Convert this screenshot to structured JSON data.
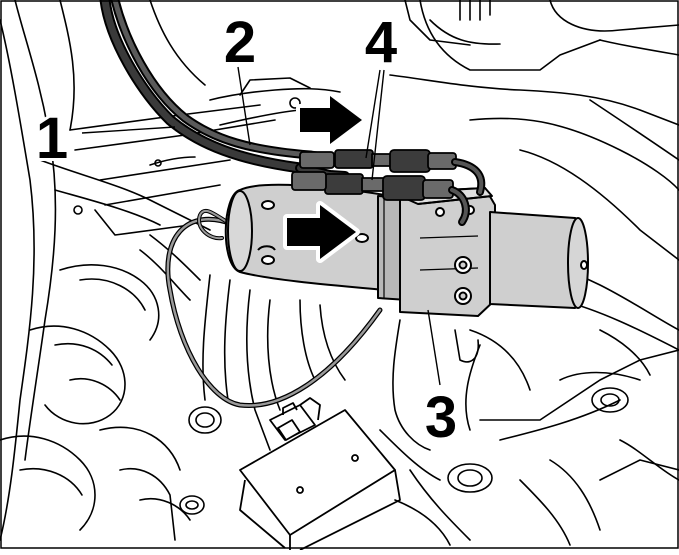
{
  "figure": {
    "callouts": [
      {
        "id": "1",
        "label": "1",
        "refers_to": "wiring-harness"
      },
      {
        "id": "2",
        "label": "2",
        "refers_to": "hose"
      },
      {
        "id": "3",
        "label": "3",
        "refers_to": "pump-unit"
      },
      {
        "id": "4",
        "label": "4",
        "refers_to": "hose-connectors"
      }
    ],
    "arrow_count": 2,
    "colors": {
      "line": "#000000",
      "background": "#ffffff",
      "component_fill": "#cfcfcf",
      "component_shade": "#b8b8b8",
      "cable": "#3a3a3a"
    }
  }
}
